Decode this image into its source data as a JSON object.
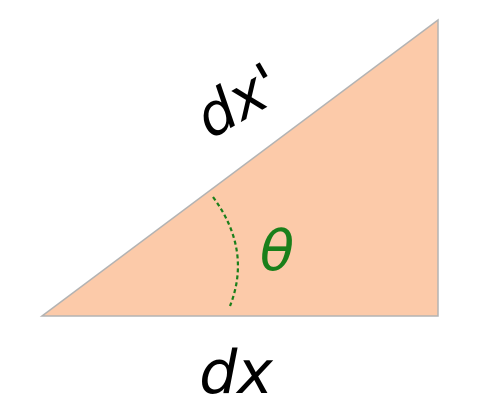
{
  "diagram": {
    "hypotenuse_label": "dx'",
    "base_label": "dx",
    "angle_label": "θ",
    "colors": {
      "triangle_fill": "#fccaa9",
      "triangle_stroke": "#b3b3b3",
      "label": "#000000",
      "angle": "#1a7f1a"
    }
  }
}
